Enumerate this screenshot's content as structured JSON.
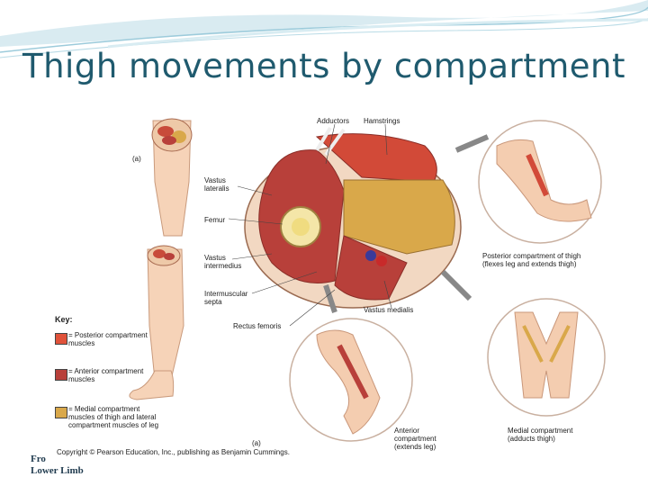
{
  "slide": {
    "title": "Thigh movements by compartment",
    "footer_fragment": "Fro",
    "footer_label": "Lower Limb"
  },
  "figure": {
    "panel_a_top": "(a)",
    "panel_a_bottom": "(a)",
    "labels": {
      "adductors": "Adductors",
      "hamstrings": "Hamstrings",
      "vastus_lateralis": "Vastus lateralis",
      "femur": "Femur",
      "vastus_intermedius": "Vastus intermedius",
      "intermuscular_septa": "Intermuscular septa",
      "rectus_femoris": "Rectus femoris",
      "vastus_medialis": "Vastus medialis",
      "posterior_caption": "Posterior compartment of thigh (flexes leg and extends thigh)",
      "anterior_caption": "Anterior compartment (extends leg)",
      "medial_caption": "Medial compartment (adducts thigh)"
    },
    "key": {
      "title": "Key:",
      "items": [
        {
          "label": "= Posterior compartment muscles",
          "color": "#e0523a"
        },
        {
          "label": "= Anterior compartment muscles",
          "color": "#b8403a"
        },
        {
          "label": "= Medial compartment muscles of thigh and lateral compartment muscles of leg",
          "color": "#d9a84a"
        }
      ]
    },
    "copyright": "Copyright © Pearson Education, Inc., publishing as Benjamin Cummings."
  }
}
